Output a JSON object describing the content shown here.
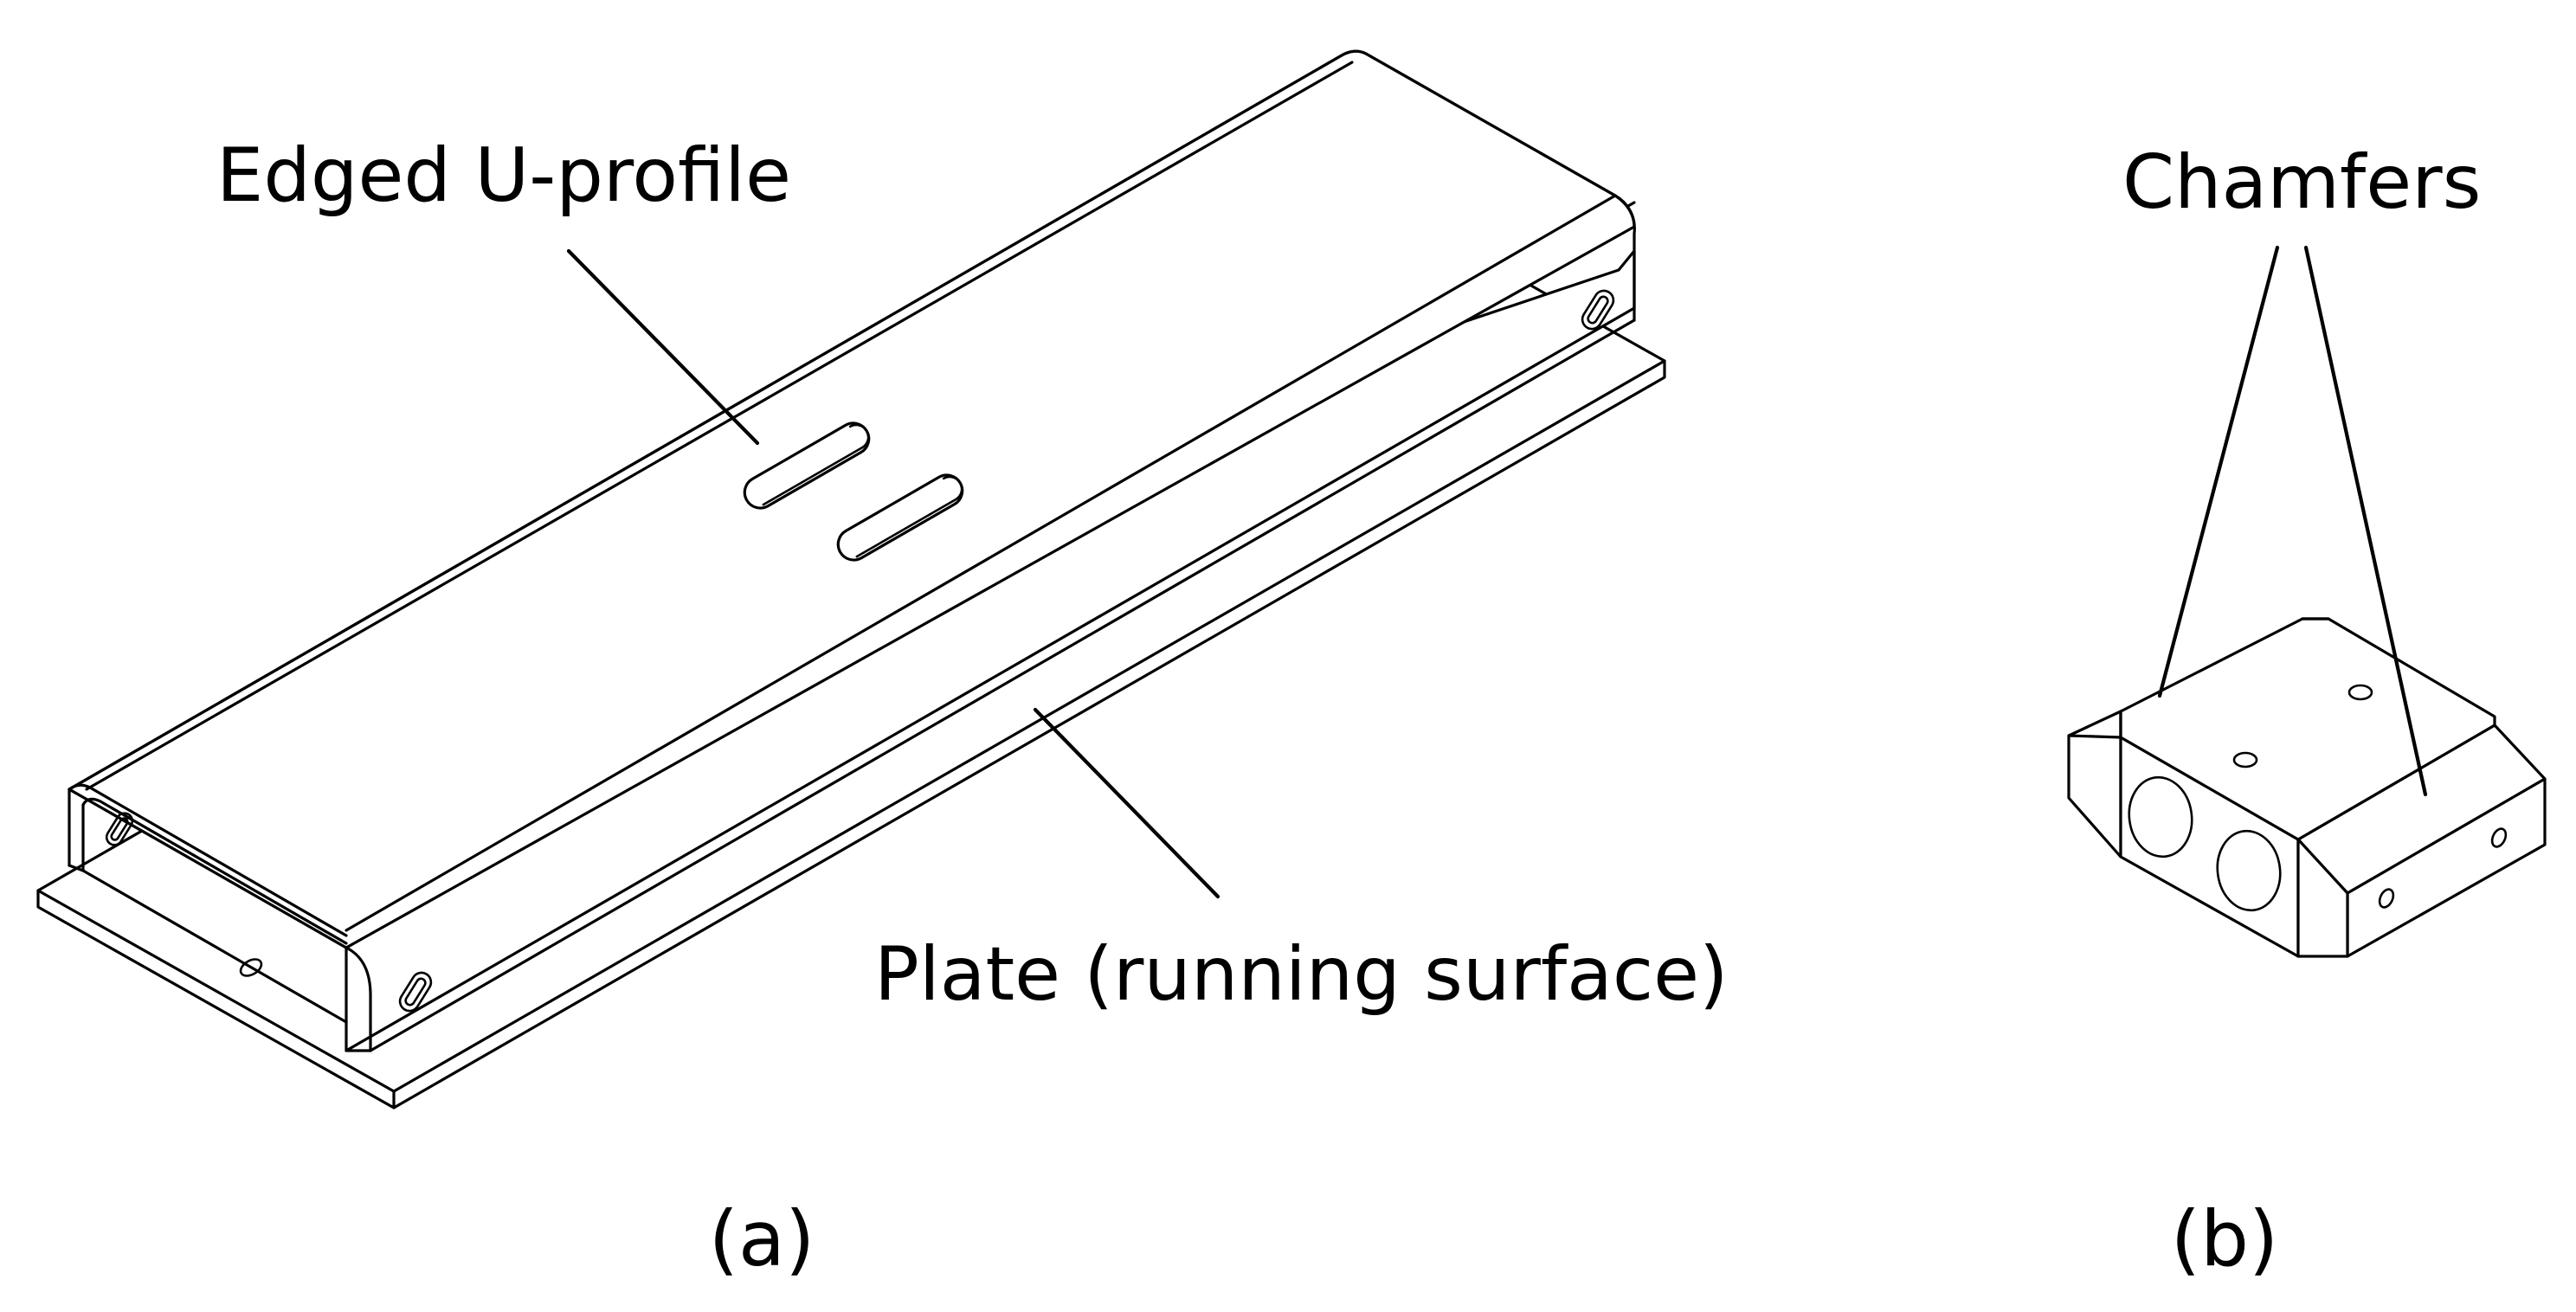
{
  "figure_a": {
    "callouts": {
      "u_profile": "Edged U-profile",
      "plate": "Plate (running surface)"
    },
    "caption": "(a)"
  },
  "figure_b": {
    "callouts": {
      "chamfers": "Chamfers"
    },
    "caption": "(b)"
  }
}
